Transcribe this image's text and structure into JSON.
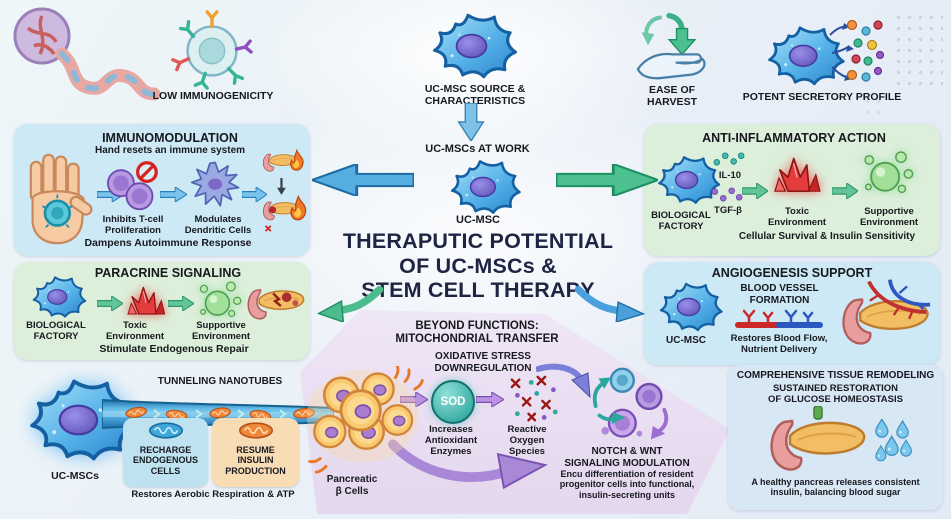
{
  "colors": {
    "panel_blue": "#cde9f5",
    "panel_green": "#dcefda",
    "pentagon": "#e9def2",
    "panel_remodel": "#d8e7f4",
    "arrow_blue": "#56aee0",
    "arrow_green": "#4cc08f",
    "arrow_purple": "#a988d8",
    "title_navy": "#1d2542"
  },
  "icons": {
    "umbilical_cord": "umbilical-cord illustration",
    "receptor_cell": "cell with surface receptors",
    "stem_cell": "blue UC-MSC stem cell",
    "harvest_hand": "hand with recycling arrows",
    "secretory_cell": "cell releasing factor dots",
    "hand_cell": "hand holding a cell",
    "t_cells": "T-cells with prohibition sign",
    "dendritic_cell": "dendritic cell",
    "pancreas": "pancreas organ",
    "flame": "inflammation flame",
    "crystals": "red toxic crystals",
    "bubbles": "green supportive bubbles",
    "vessel": "red-blue blood vessel",
    "mitochondrion": "mitochondrion",
    "nanotube": "tunneling nanotube",
    "beta_cells": "pancreatic beta cell cluster",
    "sod_sphere": "SOD enzyme sphere",
    "ros": "reactive oxygen species marks",
    "progenitor_cells": "progenitor cell cluster",
    "droplets": "insulin droplets",
    "sparkle": "sparkle"
  },
  "top": {
    "low_immunogenicity": "LOW IMMUNOGENICITY",
    "source_label": "UC-MSC SOURCE &\nCHARACTERISTICS",
    "ease_label": "EASE OF\nHARVEST",
    "secretory_label": "POTENT SECRETORY PROFILE"
  },
  "center": {
    "at_work": "UC-MSCs AT WORK",
    "cell": "UC-MSC",
    "title": "THERAPUTIC POTENTIAL\nOF UC-MSCs &\nSTEM CELL THERAPY"
  },
  "immunomodulation": {
    "title": "IMMUNOMODULATION",
    "subtitle": "Hand resets an immune system",
    "inhibits": "Inhibits T-cell\nProliferation",
    "modulates": "Modulates\nDendritic Cells",
    "footer": "Dampens Autoimmune Response"
  },
  "paracrine": {
    "title": "PARACRINE SIGNALING",
    "factory": "BIOLOGICAL\nFACTORY",
    "toxic": "Toxic\nEnvironment",
    "supportive": "Supportive\nEnvironment",
    "footer": "Stimulate Endogenous Repair"
  },
  "anti_inflammatory": {
    "title": "ANTI-INFLAMMATORY ACTION",
    "factory": "BIOLOGICAL\nFACTORY",
    "il10": "IL-10",
    "tgfb": "TGF-β",
    "toxic": "Toxic\nEnvironment",
    "supportive": "Supportive\nEnvironment",
    "footer": "Cellular Survival & Insulin Sensitivity"
  },
  "angiogenesis": {
    "title": "ANGIOGENESIS SUPPORT",
    "cell": "UC-MSC",
    "vessel": "BLOOD VESSEL\nFORMATION",
    "caption": "Restores Blood Flow,\nNutrient Delivery"
  },
  "mitochondrial": {
    "title": "BEYOND FUNCTIONS:\nMITOCHONDRIAL TRANSFER",
    "oxidative": "OXIDATIVE STRESS\nDOWNREGULATION",
    "sod": "SOD",
    "sod_caption": "Increases\nAntioxidant\nEnzymes",
    "ros_caption": "Reactive\nOxygen\nSpecies",
    "notch": "NOTCH & WNT\nSIGNALING MODULATION",
    "notch_caption": "Encu differentiation of resident\nprogenitor cells into functional,\ninsulin-secreting units"
  },
  "transfer": {
    "ucmscs": "UC-MSCs",
    "nanotubes": "TUNNELING NANOTUBES",
    "recharge": "RECHARGE\nENDOGENOUS\nCELLS",
    "resume": "RESUME\nINSULIN\nPRODUCTION",
    "restores": "Restores Aerobic Respiration & ATP",
    "beta_cells": "Pancreatic\nβ Cells"
  },
  "remodeling": {
    "title": "COMPREHENSIVE TISSUE REMODELING",
    "subtitle": "SUSTAINED RESTORATION\nOF GLUCOSE HOMEOSTASIS",
    "caption": "A healthy pancreas releases consistent\ninsulin, balancing blood sugar"
  }
}
